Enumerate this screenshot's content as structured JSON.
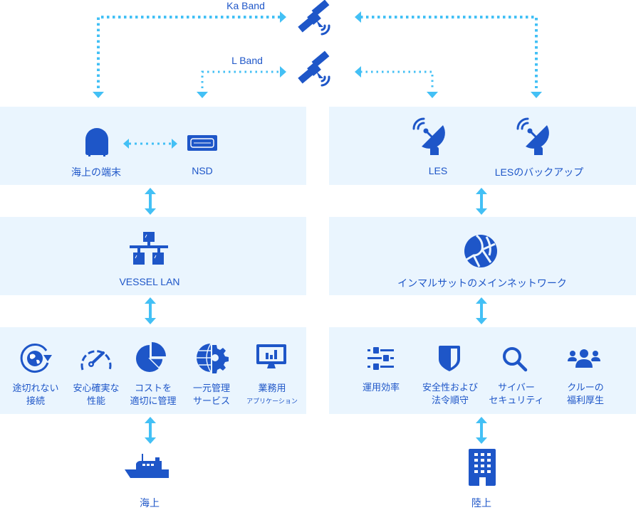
{
  "colors": {
    "primary": "#1e56c8",
    "connector": "#43c0f5",
    "panel_bg": "#eaf5fe",
    "background": "#ffffff"
  },
  "satellites": {
    "ka_band_label": "Ka Band",
    "l_band_label": "L Band"
  },
  "ship_side": {
    "terminals_panel": {
      "items": [
        {
          "label": "海上の端末",
          "icon": "terminal-dome-icon"
        },
        {
          "label": "NSD",
          "icon": "nsd-device-icon"
        }
      ]
    },
    "lan_panel": {
      "label": "VESSEL LAN",
      "icon": "network-hierarchy-icon"
    },
    "benefits_panel": {
      "items": [
        {
          "line1": "途切れない",
          "line2": "接続",
          "icon": "globe-refresh-icon"
        },
        {
          "line1": "安心確実な",
          "line2": "性能",
          "icon": "speedometer-icon"
        },
        {
          "line1": "コストを",
          "line2": "適切に管理",
          "icon": "pie-chart-icon"
        },
        {
          "line1": "一元管理",
          "line2": "サービス",
          "icon": "globe-gear-icon"
        },
        {
          "line1": "業務用",
          "line2": "アプリケーション",
          "icon": "monitor-chart-icon"
        }
      ]
    },
    "endpoint": {
      "label": "海上",
      "icon": "ship-icon"
    }
  },
  "shore_side": {
    "les_panel": {
      "items": [
        {
          "label": "LES",
          "icon": "satellite-dish-icon"
        },
        {
          "label": "LESのバックアップ",
          "icon": "satellite-dish-icon"
        }
      ]
    },
    "network_panel": {
      "label": "インマルサットのメインネットワーク",
      "icon": "globe-network-icon"
    },
    "benefits_panel": {
      "items": [
        {
          "line1": "運用効率",
          "line2": "",
          "icon": "sliders-icon"
        },
        {
          "line1": "安全性および",
          "line2": "法令順守",
          "icon": "shield-icon"
        },
        {
          "line1": "サイバー",
          "line2": "セキュリティ",
          "icon": "search-icon"
        },
        {
          "line1": "クルーの",
          "line2": "福利厚生",
          "icon": "people-group-icon"
        }
      ]
    },
    "endpoint": {
      "label": "陸上",
      "icon": "office-building-icon"
    }
  }
}
